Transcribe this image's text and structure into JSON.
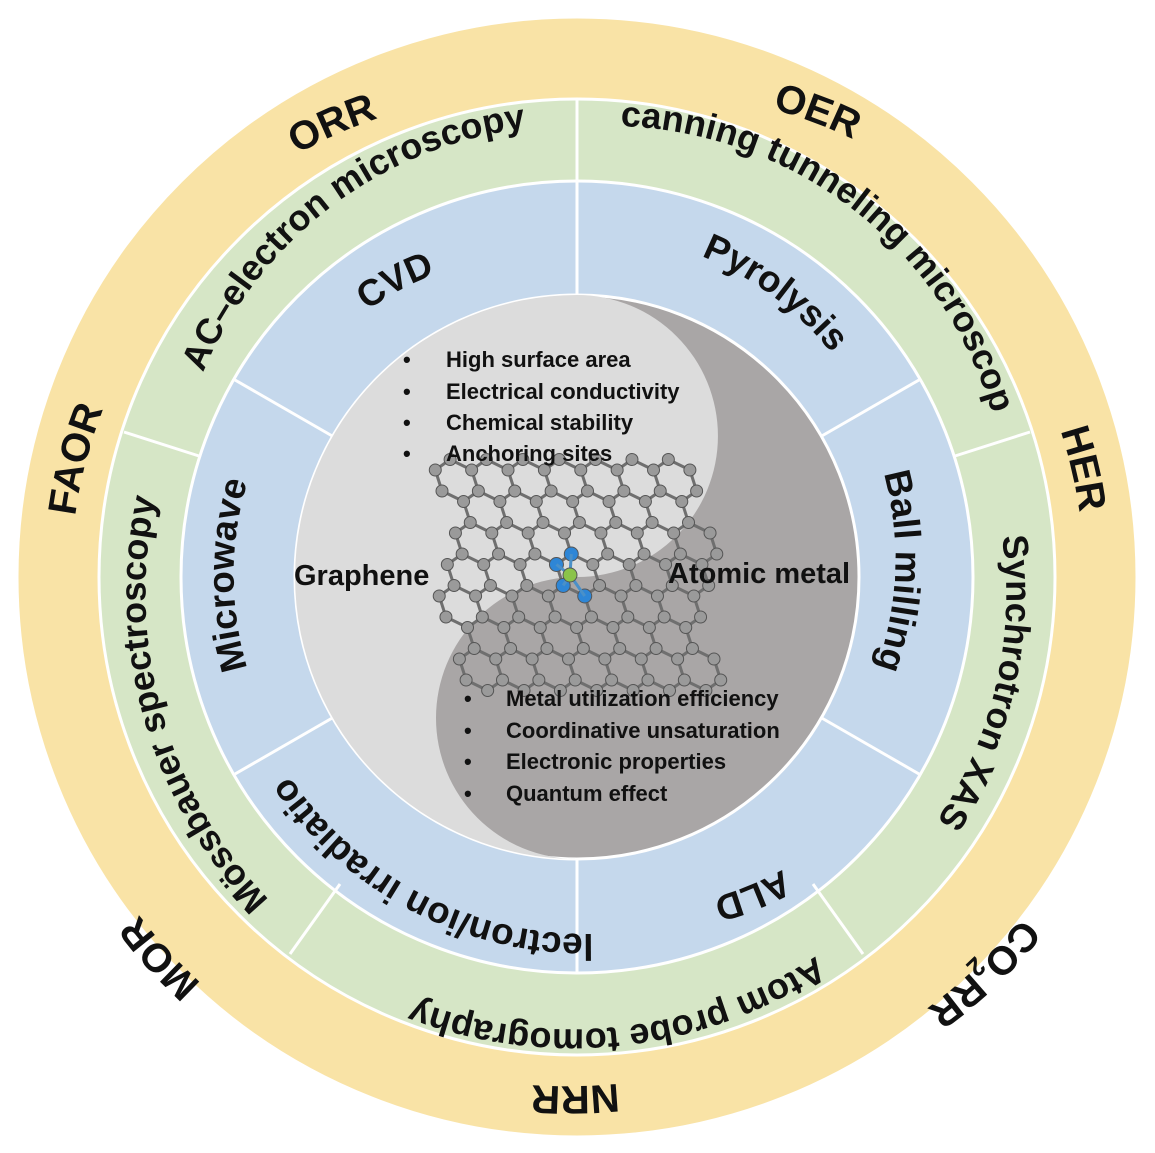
{
  "outer_ring": {
    "labels": [
      {
        "id": "orr",
        "text": "ORR"
      },
      {
        "id": "oer",
        "text": "OER"
      },
      {
        "id": "her",
        "text": "HER"
      },
      {
        "id": "co2rr",
        "text": "CO",
        "sub": "2",
        "tail": "RR"
      },
      {
        "id": "nrr",
        "text": "NRR"
      },
      {
        "id": "mor",
        "text": "MOR"
      },
      {
        "id": "faor",
        "text": "FAOR"
      }
    ]
  },
  "characterization_ring": {
    "labels": [
      {
        "id": "ac-em",
        "text": "AC–electron microscopy"
      },
      {
        "id": "stm",
        "text": "Scanning tunneling microscopy"
      },
      {
        "id": "xas",
        "text": "Synchrotron XAS"
      },
      {
        "id": "apt",
        "text": "Atom probe tomography"
      },
      {
        "id": "mossbauer",
        "text": "Mössbauer spectroscopy"
      }
    ]
  },
  "synthesis_ring": {
    "labels": [
      {
        "id": "cvd",
        "text": "CVD"
      },
      {
        "id": "pyrolysis",
        "text": "Pyrolysis"
      },
      {
        "id": "ball-milling",
        "text": "Ball milling"
      },
      {
        "id": "ald",
        "text": "ALD"
      },
      {
        "id": "electron-ion",
        "text": "Electron/ion irradiation"
      },
      {
        "id": "microwave",
        "text": "Microwave"
      }
    ]
  },
  "center": {
    "graphene_label": "Graphene",
    "atomic_metal_label": "Atomic metal",
    "graphene_props": [
      "High surface area",
      "Electrical conductivity",
      "Chemical stability",
      "Anchoring sites"
    ],
    "metal_props": [
      "Metal utilization efficiency",
      "Coordinative unsaturation",
      "Electronic properties",
      "Quantum effect"
    ]
  },
  "colors": {
    "outer": "#F9E3A6",
    "green": "#D6E6C6",
    "blue": "#C5D8EC",
    "light_gray": "#DCDCDC",
    "dark_gray": "#A9A6A6",
    "carbon": "#9A9A9A",
    "nitrogen": "#2E86D6",
    "metal": "#8BC34A"
  }
}
